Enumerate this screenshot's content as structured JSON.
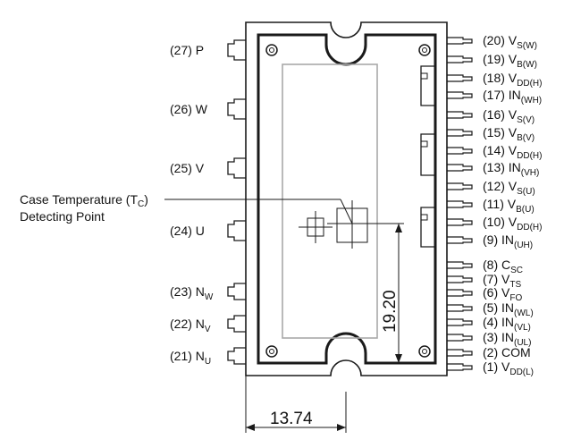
{
  "left_pins": [
    {
      "num": "(27)",
      "name": "P",
      "sub": ""
    },
    {
      "num": "(26)",
      "name": "W",
      "sub": ""
    },
    {
      "num": "(25)",
      "name": "V",
      "sub": ""
    },
    {
      "num": "(24)",
      "name": "U",
      "sub": ""
    },
    {
      "num": "(23)",
      "name": "N",
      "sub": "W"
    },
    {
      "num": "(22)",
      "name": "N",
      "sub": "V"
    },
    {
      "num": "(21)",
      "name": "N",
      "sub": "U"
    }
  ],
  "right_pins": [
    {
      "num": "(20)",
      "name": "V",
      "sub": "S(W)"
    },
    {
      "num": "(19)",
      "name": "V",
      "sub": "B(W)"
    },
    {
      "num": "(18)",
      "name": "V",
      "sub": "DD(H)"
    },
    {
      "num": "(17)",
      "name": "IN",
      "sub": "(WH)"
    },
    {
      "num": "(16)",
      "name": "V",
      "sub": "S(V)"
    },
    {
      "num": "(15)",
      "name": "V",
      "sub": "B(V)"
    },
    {
      "num": "(14)",
      "name": "V",
      "sub": "DD(H)"
    },
    {
      "num": "(13)",
      "name": "IN",
      "sub": "(VH)"
    },
    {
      "num": "(12)",
      "name": "V",
      "sub": "S(U)"
    },
    {
      "num": "(11)",
      "name": "V",
      "sub": "B(U)"
    },
    {
      "num": "(10)",
      "name": "V",
      "sub": "DD(H)"
    },
    {
      "num": "(9)",
      "name": "IN",
      "sub": "(UH)"
    },
    {
      "num": "(8)",
      "name": "C",
      "sub": "SC"
    },
    {
      "num": "(7)",
      "name": "V",
      "sub": "TS"
    },
    {
      "num": "(6)",
      "name": "V",
      "sub": "FO"
    },
    {
      "num": "(5)",
      "name": "IN",
      "sub": "(WL)"
    },
    {
      "num": "(4)",
      "name": "IN",
      "sub": "(VL)"
    },
    {
      "num": "(3)",
      "name": "IN",
      "sub": "(UL)"
    },
    {
      "num": "(2)",
      "name": "COM",
      "sub": ""
    },
    {
      "num": "(1)",
      "name": "V",
      "sub": "DD(L)"
    }
  ],
  "case_temp": {
    "line1_prefix": "Case Temperature (T",
    "line1_sub": "C",
    "line1_suffix": ")",
    "line2": "Detecting Point"
  },
  "dimensions": {
    "vertical": "19.20",
    "horizontal": "13.74"
  }
}
